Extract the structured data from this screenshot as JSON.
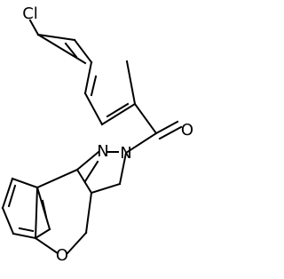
{
  "molecule": {
    "atoms": {
      "chlorine": "Cl",
      "carbonyl_oxygen": "O",
      "pyrazole_n1": "N",
      "pyrazole_n2": "N",
      "ring_oxygen": "O"
    }
  }
}
